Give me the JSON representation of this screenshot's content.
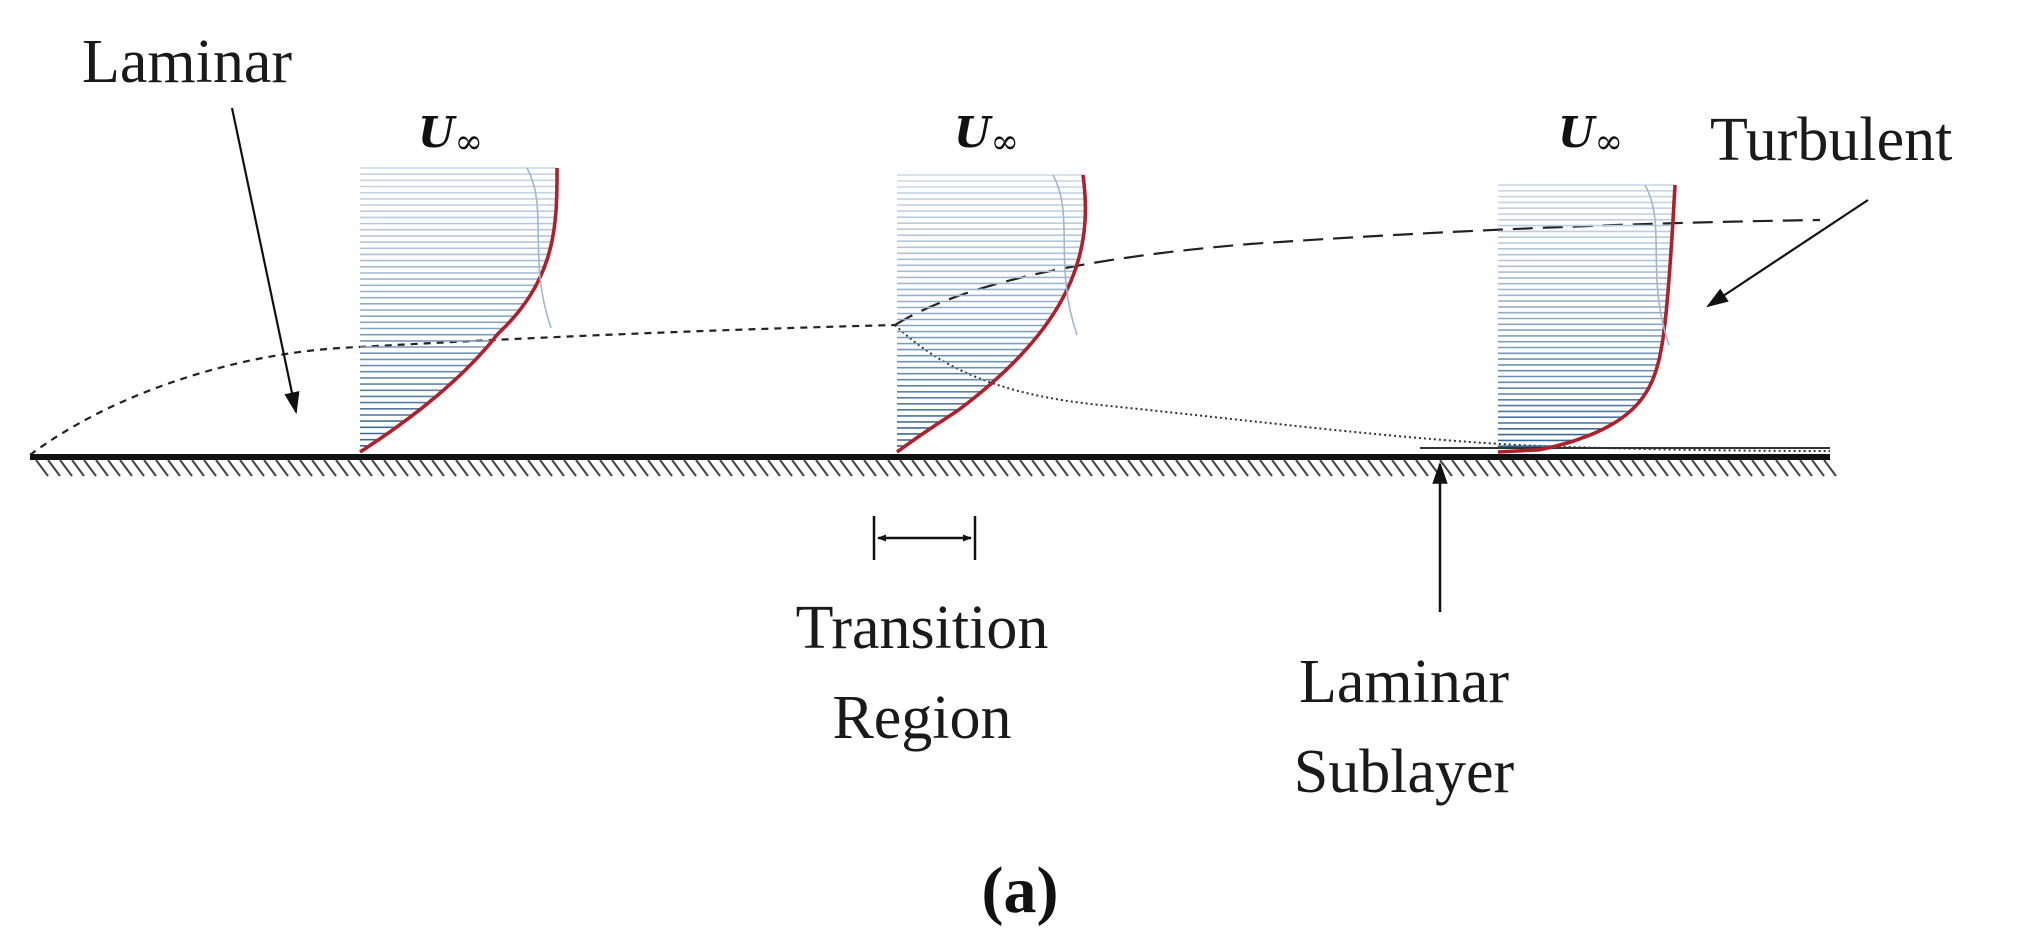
{
  "labels": {
    "laminar": "Laminar",
    "turbulent": "Turbulent",
    "transition_line1": "Transition",
    "transition_line2": "Region",
    "sublayer_line1": "Laminar",
    "sublayer_line2": "Sublayer",
    "free_stream_symbol": "U",
    "free_stream_subscript": "∞",
    "caption": "(a)"
  },
  "colors": {
    "profile_curve": "#b0202a",
    "velocity_lines_far": "#c8d7e6",
    "velocity_lines_near": "#2f5f93",
    "plate": "#111111",
    "boundary_layer_edge": "#222222"
  }
}
